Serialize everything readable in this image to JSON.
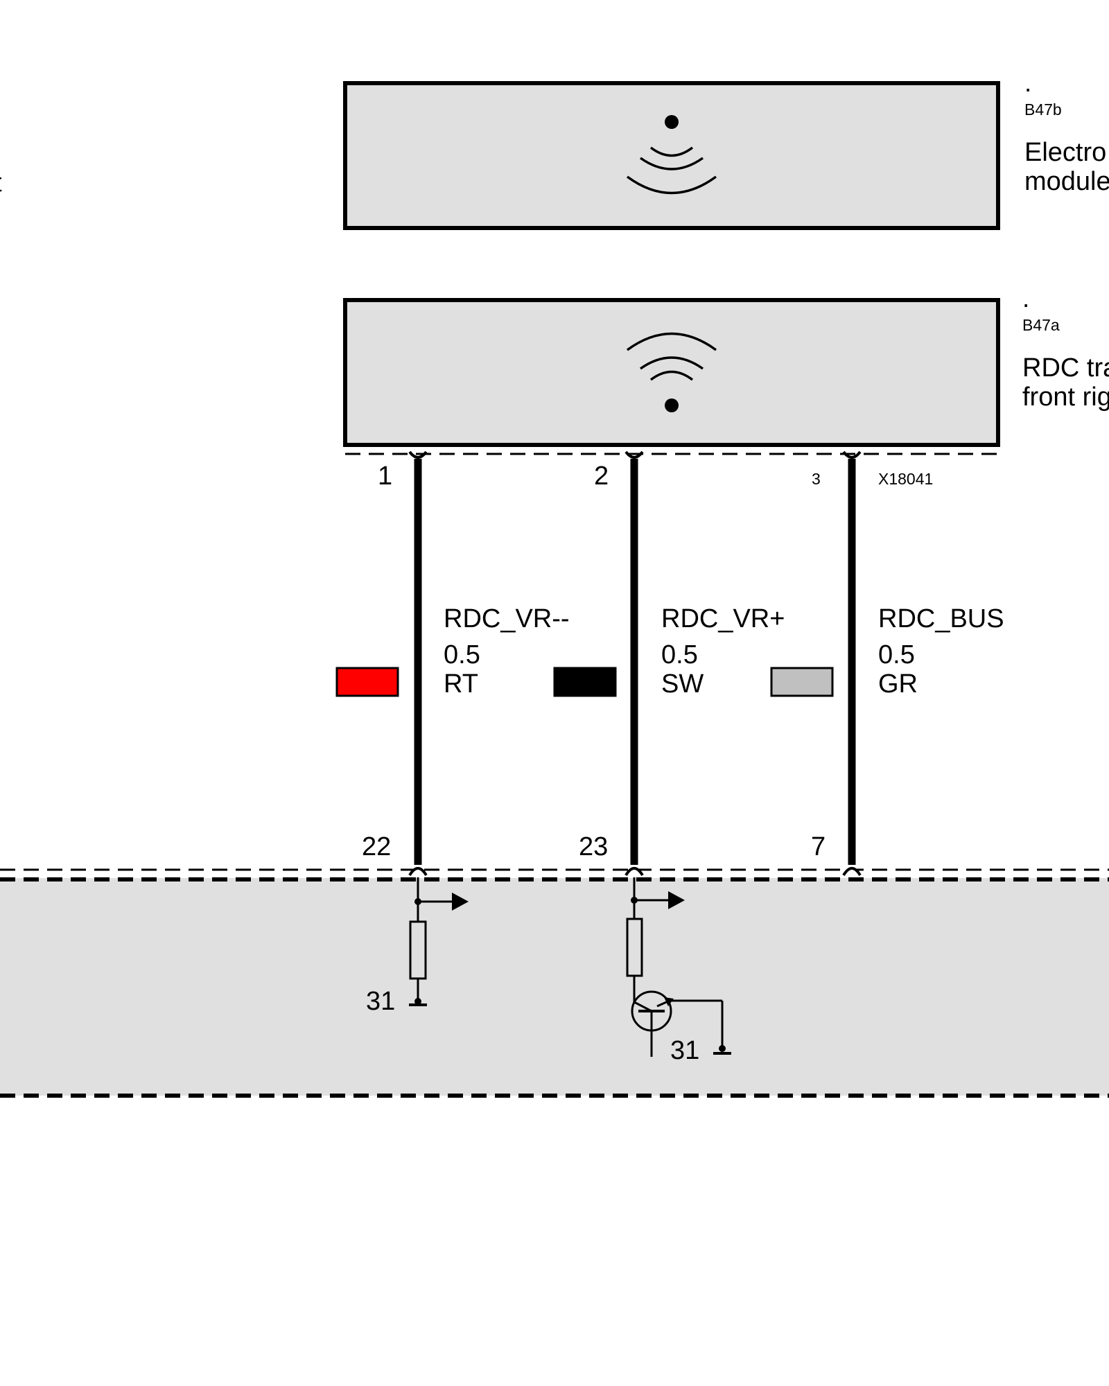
{
  "modules": {
    "top": {
      "dot": ".",
      "id": "B47b",
      "name_line1": "Electro",
      "name_line2": "module"
    },
    "bottom": {
      "dot": ".",
      "id": "B47a",
      "name_line1": "RDC tra",
      "name_line2": "front rig"
    },
    "left_edge_char": "t"
  },
  "connector": {
    "id": "X18041",
    "upper_pins": [
      "1",
      "2",
      "3"
    ],
    "lower_pins": [
      "22",
      "23",
      "7"
    ]
  },
  "wires": [
    {
      "signal": "RDC_VR--",
      "gauge": "0.5",
      "color_code": "RT",
      "swatch": "#ff0000"
    },
    {
      "signal": "RDC_VR+",
      "gauge": "0.5",
      "color_code": "SW",
      "swatch": "#000000"
    },
    {
      "signal": "RDC_BUS",
      "gauge": "0.5",
      "color_code": "GR",
      "swatch": "#c0c0c0"
    }
  ],
  "control_unit": {
    "ground_label_1": "31",
    "ground_label_2": "31"
  },
  "colors": {
    "box_fill": "#e0e0e0",
    "stroke": "#000000"
  }
}
